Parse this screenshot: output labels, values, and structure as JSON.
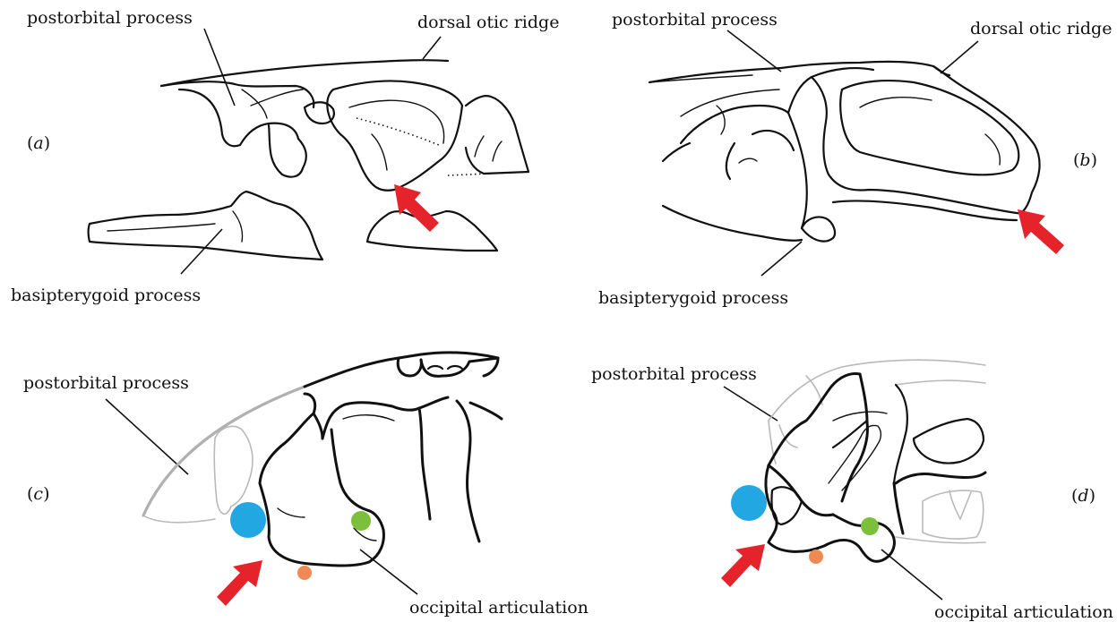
{
  "panels": [
    {
      "id": "a",
      "label_open": "(",
      "label_letter": "a",
      "label_close": ")",
      "labels": {
        "top_left": "postorbital process",
        "top_right": "dorsal otic ridge",
        "bottom": "basipterygoid process"
      }
    },
    {
      "id": "b",
      "label_open": "(",
      "label_letter": "b",
      "label_close": ")",
      "labels": {
        "top_left": "postorbital process",
        "top_right": "dorsal otic ridge",
        "bottom": "basipterygoid process"
      }
    },
    {
      "id": "c",
      "label_open": "(",
      "label_letter": "c",
      "label_close": ")",
      "labels": {
        "top_left": "postorbital process",
        "bottom": "occipital articulation"
      }
    },
    {
      "id": "d",
      "label_open": "(",
      "label_letter": "d",
      "label_close": ")",
      "labels": {
        "top_left": "postorbital process",
        "bottom": "occipital articulation"
      }
    }
  ],
  "colors": {
    "arrow": "#e5232a",
    "blue_marker": "#22a7e3",
    "green_marker": "#7bbf3a",
    "orange_marker": "#f08a55",
    "line": "#111111",
    "faded_line": "#b9b9b9"
  },
  "icons": {
    "arrow": "red-arrow-icon"
  }
}
